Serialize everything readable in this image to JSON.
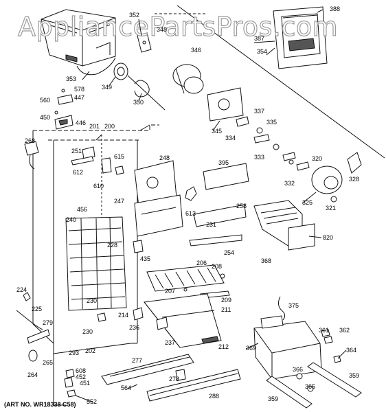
{
  "watermark": "AppliancePartsPros.com",
  "art_number": "(ART NO. WR18338 C58)",
  "part_labels": [
    "352",
    "348",
    "388",
    "387",
    "346",
    "354",
    "353",
    "349",
    "350",
    "578",
    "447",
    "560",
    "450",
    "446",
    "345",
    "337",
    "335",
    "334",
    "333",
    "201",
    "200",
    "268",
    "251",
    "615",
    "248",
    "612",
    "610",
    "395",
    "320",
    "332",
    "328",
    "325",
    "321",
    "613",
    "247",
    "258",
    "456",
    "240",
    "231",
    "820",
    "228",
    "435",
    "254",
    "368",
    "206",
    "208",
    "224",
    "207",
    "209",
    "230",
    "375",
    "225",
    "279",
    "211",
    "214",
    "236",
    "361",
    "362",
    "230",
    "237",
    "369",
    "212",
    "293",
    "265",
    "202",
    "264",
    "608",
    "277",
    "364",
    "452",
    "451",
    "366",
    "359",
    "278",
    "564",
    "365",
    "552",
    "288",
    "359"
  ]
}
